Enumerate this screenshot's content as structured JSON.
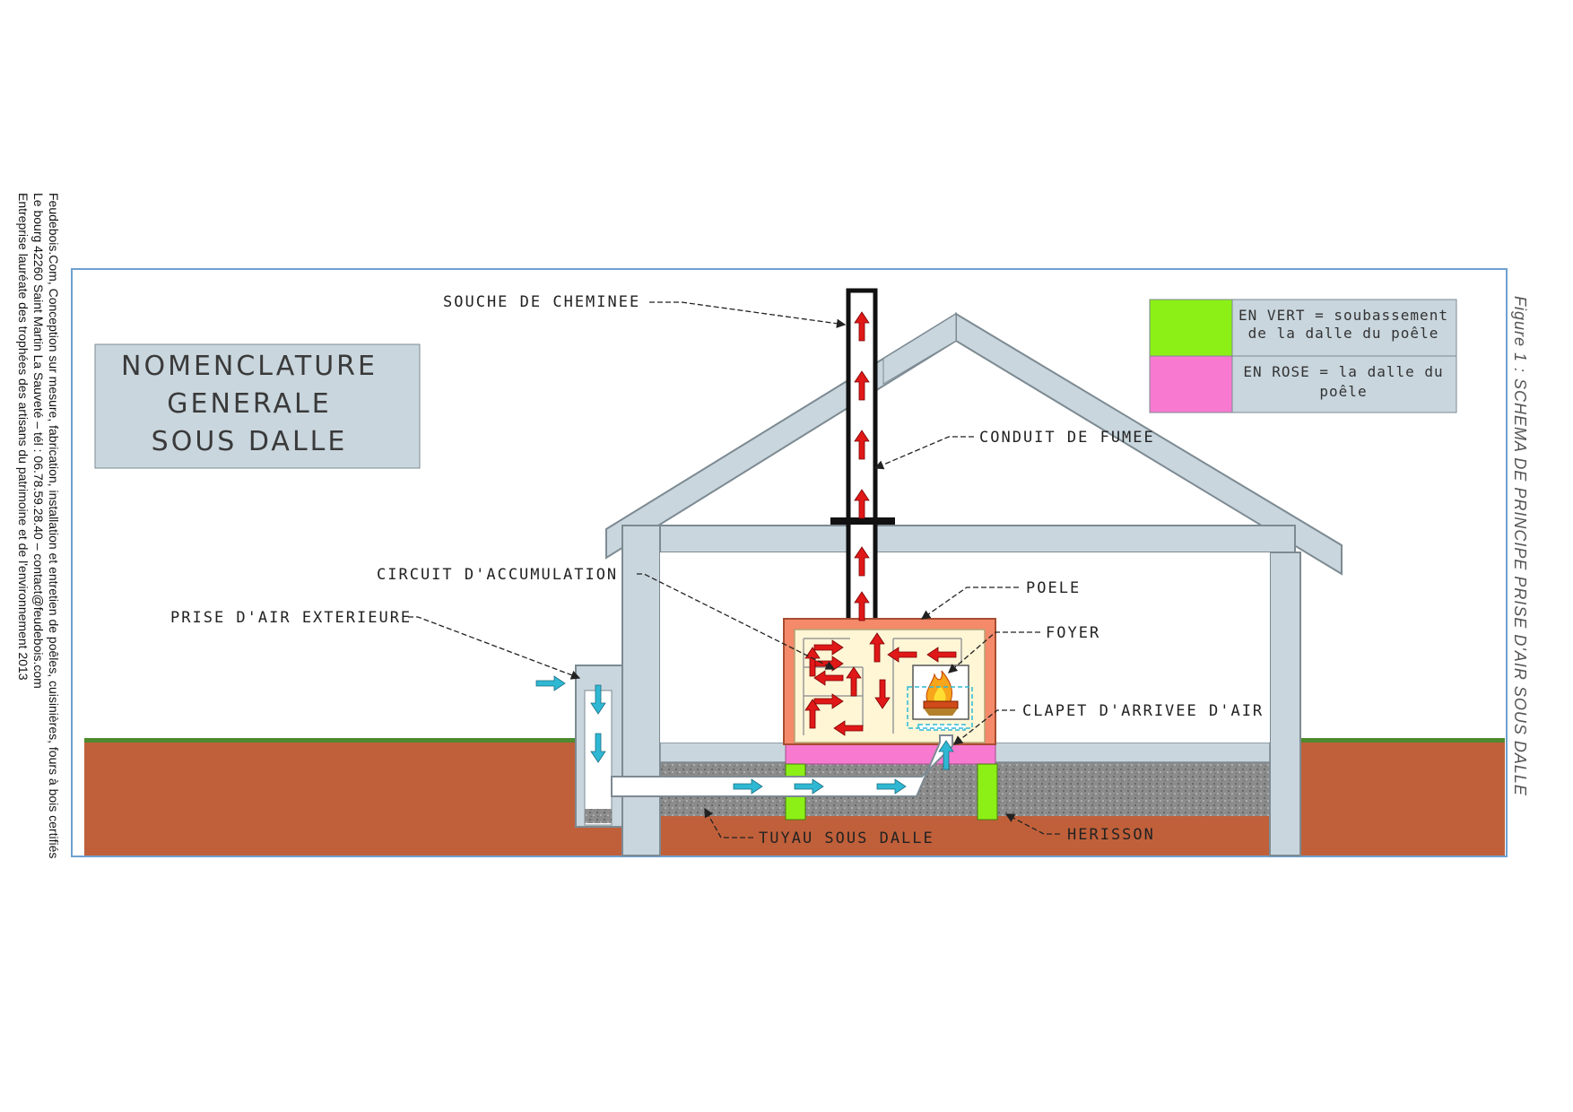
{
  "title_box": {
    "line1": "NOMENCLATURE",
    "line2": "GENERALE",
    "line3": "SOUS DALLE"
  },
  "labels": {
    "souche": "SOUCHE DE CHEMINEE",
    "conduit": "CONDUIT DE FUMEE",
    "circuit": "CIRCUIT D'ACCUMULATION",
    "poele": "POELE",
    "foyer": "FOYER",
    "prise_air": "PRISE D'AIR EXTERIEURE",
    "clapet": "CLAPET D'ARRIVEE D'AIR",
    "tuyau": "TUYAU SOUS DALLE",
    "herisson": "HERISSON"
  },
  "legend": {
    "green_line1": "EN VERT = soubassement",
    "green_line2": "de la dalle du poêle",
    "pink_line1": "EN ROSE = la dalle du",
    "pink_line2": "poêle"
  },
  "side_text": {
    "line1": "Feudebois.Com, Conception sur mesure, fabrication, installation et entretien de poêles, cuisinières, fours à bois certifiés",
    "line2": "Le bourg 42260 Saint Martin La Sauveté – tél : 06.78.59.28.40 – contact@feudebois.com",
    "line3": "Entreprise lauréate des trophées des artisans du patrimoine et de l'environnement 2013"
  },
  "figure_caption": "Figure 1 : SCHEMA DE PRINCIPE PRISE D'AIR SOUS DALLE",
  "colors": {
    "soil": "#c0603a",
    "grass": "#4e8a2e",
    "wall": "#c9d6de",
    "gravel": "#8e8e8e",
    "green": "#8cf016",
    "pink": "#f77ad0",
    "stove_outer": "#f48a6a",
    "stove_inner": "#fff6d6",
    "hot_arrow": "#e01818",
    "cold_arrow": "#2fb8d4",
    "frame": "#6fa0d0"
  }
}
